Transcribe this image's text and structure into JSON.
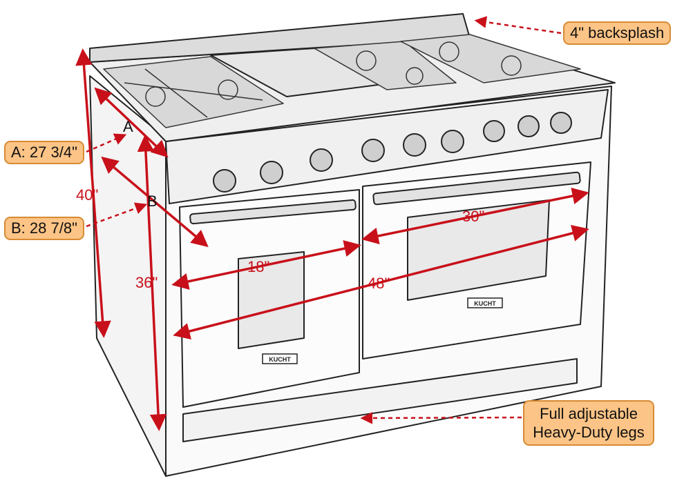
{
  "colors": {
    "dimension_line": "#c8101a",
    "callout_fill": "#fcc486",
    "callout_border": "#d78a33",
    "outline": "#222222"
  },
  "callouts": {
    "backsplash": "4\" backsplash",
    "depth_a": "A: 27 3/4\"",
    "depth_b": "B: 28 7/8\"",
    "legs_line1": "Full adjustable",
    "legs_line2": "Heavy-Duty legs"
  },
  "dimensions": {
    "total_height": "40\"",
    "counter_height": "36\"",
    "large_oven_width": "30\"",
    "small_oven_width": "18\"",
    "total_width": "48\""
  },
  "points": {
    "a": "A",
    "b": "B"
  },
  "brand": "KUCHT",
  "icons": [
    "arrow-icon",
    "knob-icon",
    "burner-grate-icon"
  ]
}
